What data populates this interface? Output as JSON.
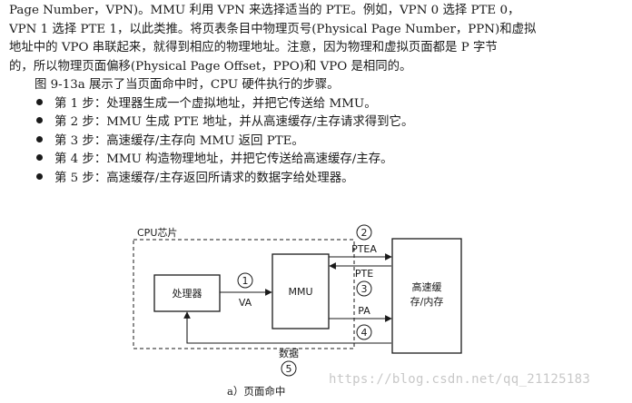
{
  "paragraph": {
    "lines": [
      "Page Number，VPN)。MMU 利用 VPN 来选择适当的 PTE。例如，VPN 0 选择 PTE 0，",
      "VPN 1 选择 PTE 1，以此类推。将页表条目中物理页号(Physical Page Number，PPN)和虚拟",
      "地址中的 VPO 串联起来，就得到相应的物理地址。注意，因为物理和虚拟页面都是 P 字节",
      "的，所以物理页面偏移(Physical Page Offset，PPO)和 VPO 是相同的。",
      "图 9-13a 展示了当页面命中时，CPU 硬件执行的步骤。"
    ]
  },
  "steps": [
    "第 1 步：处理器生成一个虚拟地址，并把它传送给 MMU。",
    "第 2 步：MMU 生成 PTE 地址，并从高速缓存/主存请求得到它。",
    "第 3 步：高速缓存/主存向 MMU 返回 PTE。",
    "第 4 步：MMU 构造物理地址，并把它传送给高速缓存/主存。",
    "第 5 步：高速缓存/主存返回所请求的数据字给处理器。"
  ],
  "diagram": {
    "cpu_chip_label": "CPU芯片",
    "processor_label": "处理器",
    "mmu_label": "MMU",
    "cache_label_line1": "高速缓",
    "cache_label_line2": "存/内存",
    "va_label": "VA",
    "ptea_label": "PTEA",
    "pte_label": "PTE",
    "pa_label": "PA",
    "data_label": "数据",
    "step_numbers": [
      "1",
      "2",
      "3",
      "4",
      "5"
    ]
  },
  "caption": "a）页面命中",
  "watermark": "https://blog.csdn.net/qq_21125183"
}
